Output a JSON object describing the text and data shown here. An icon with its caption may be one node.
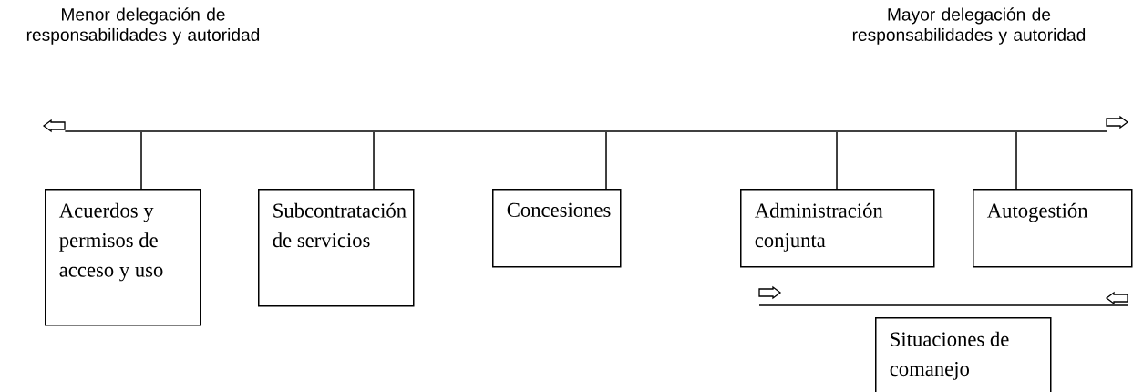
{
  "diagram": {
    "nodes": [
      {
        "text": [],
        "shape": "bar"
      },
      {
        "text": [
          "Acuerdos y permisos de acceso y uso"
        ]
      },
      {
        "text": [
          "Subcontratación de servicios"
        ]
      },
      {
        "text": [
          "Concesiones"
        ]
      },
      {
        "text": [
          "Administración conjunta"
        ]
      },
      {
        "text": [
          "Autogestión"
        ]
      },
      {
        "text": [
          "Situaciones de comanejo"
        ]
      }
    ],
    "edges": [
      {
        "from": 0,
        "to": 1,
        "arrow": "none"
      },
      {
        "from": 0,
        "to": 2,
        "arrow": "none"
      },
      {
        "from": 0,
        "to": 3,
        "arrow": "none"
      },
      {
        "from": 0,
        "to": 4,
        "arrow": "none"
      },
      {
        "from": 0,
        "to": 5,
        "arrow": "none"
      }
    ],
    "labels": [
      "Menor delegación de responsabilidades y autoridad",
      "Mayor delegación de responsabilidades y autoridad"
    ]
  }
}
